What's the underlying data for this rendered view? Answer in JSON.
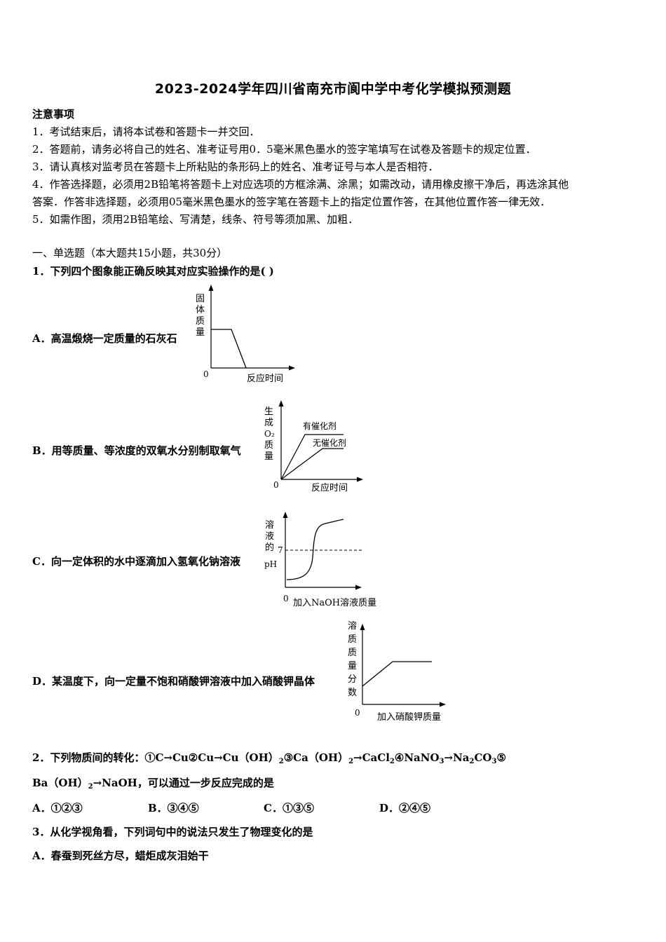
{
  "title": "2023-2024学年四川省南充市阆中学中考化学模拟预测题",
  "notice": {
    "heading": "注意事项",
    "items": [
      "1．考试结束后，请将本试卷和答题卡一并交回．",
      "2．答题前，请务必将自己的姓名、准考证号用0．5毫米黑色墨水的签字笔填写在试卷及答题卡的规定位置．",
      "3．请认真核对监考员在答题卡上所粘贴的条形码上的姓名、准考证号与本人是否相符．",
      "4．作答选择题，必须用2B铅笔将答题卡上对应选项的方框涂满、涂黑；如需改动，请用橡皮擦干净后，再选涂其他",
      "答案．作答非选择题，必须用05毫米黑色墨水的签字笔在答题卡上的指定位置作答，在其他位置作答一律无效．",
      "5．如需作图，须用2B铅笔绘、写清楚，线条、符号等须加黑、加粗．"
    ]
  },
  "section1": "一、单选题（本大题共15小题，共30分）",
  "q1": {
    "stem": "1．下列四个图象能正确反映其对应实验操作的是( )",
    "options": {
      "A": "A．高温煅烧一定质量的石灰石",
      "B": "B．用等质量、等浓度的双氧水分别制取氧气",
      "C": "C．向一定体积的水中逐滴加入氢氧化钠溶液",
      "D": "D．某温度下，向一定量不饱和硝酸钾溶液中加入硝酸钾晶体"
    },
    "graphA": {
      "ylabel": [
        "固",
        "体",
        "质",
        "量"
      ],
      "xlabel": "反应时间",
      "origin": "0"
    },
    "graphB": {
      "ylabel": [
        "生",
        "成",
        "O₂",
        "质",
        "量"
      ],
      "xlabel": "反应时间",
      "origin": "0",
      "series": [
        "有催化剂",
        "无催化剂"
      ]
    },
    "graphC": {
      "ylabel": [
        "溶",
        "液",
        "的",
        "pH"
      ],
      "xlabel": "加入NaOH溶液质量",
      "origin": "0",
      "ref": "7"
    },
    "graphD": {
      "ylabel": [
        "溶",
        "质",
        "质",
        "量",
        "分",
        "数"
      ],
      "xlabel": "加入硝酸钾质量",
      "origin": "0"
    }
  },
  "q2": {
    "stem1_prefix": "2．下列物质间的转化：①",
    "stem1_rest": "C→Cu②Cu→Cu（OH）",
    "stem1_sub1": "2",
    "stem1_mid": "③Ca（OH）",
    "stem1_sub2": "2",
    "stem1_end": "→CaCl",
    "stem1_sub3": "2",
    "stem1_tail1": "④NaNO",
    "stem1_sub4": "3",
    "stem1_tail2": "→Na",
    "stem1_sub5": "2",
    "stem1_tail3": "CO",
    "stem1_sub6": "3",
    "stem1_tail4": "⑤",
    "stem2_a": "Ba（OH）",
    "stem2_sub": "2",
    "stem2_b": "→NaOH，可以通过一步反应完成的是",
    "options": [
      "A．①②③",
      "B．③④⑤",
      "C．①③⑤",
      "D．②④⑤"
    ]
  },
  "q3": {
    "stem": "3．从化学视角看，下列词句中的说法只发生了物理变化的是",
    "optionA": "A．春蚕到死丝方尽，蜡炬成灰泪始干"
  }
}
